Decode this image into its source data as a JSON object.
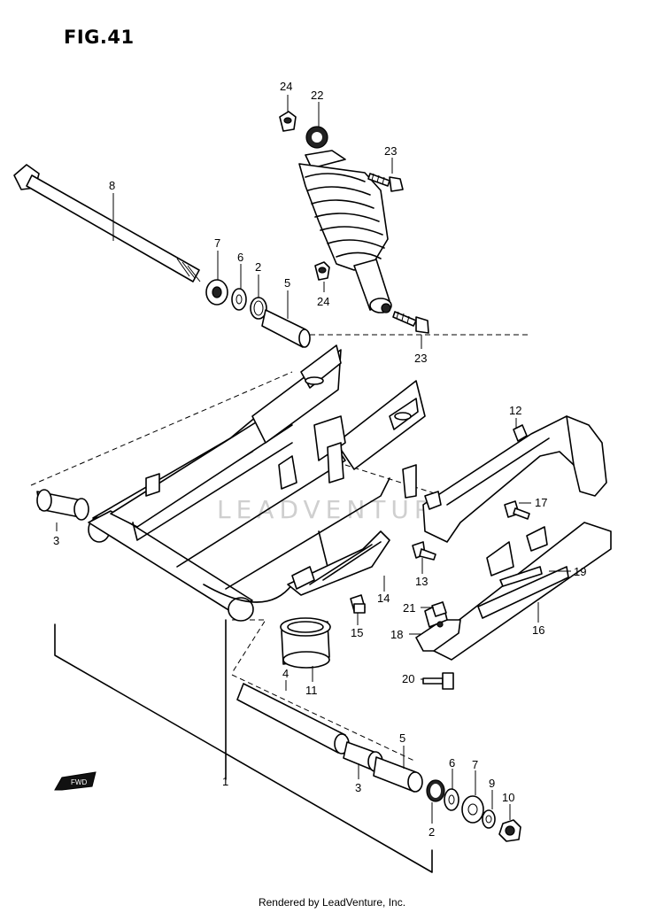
{
  "figure": {
    "title": "FIG.41",
    "front_marker": "FWD",
    "watermark": "LEADVENTURE",
    "footer": "Rendered by LeadVenture, Inc."
  },
  "callouts": {
    "c24a": "24",
    "c22": "22",
    "c23a": "23",
    "c8": "8",
    "c7a": "7",
    "c6a": "6",
    "c2a": "2",
    "c5a": "5",
    "c24b": "24",
    "c23b": "23",
    "c12": "12",
    "c17": "17",
    "c3a": "3",
    "c19": "19",
    "c13": "13",
    "c14": "14",
    "c21": "21",
    "c15": "15",
    "c16": "16",
    "c18": "18",
    "c11": "11",
    "c4": "4",
    "c20": "20",
    "c5b": "5",
    "c1": "1",
    "c3b": "3",
    "c6b": "6",
    "c7b": "7",
    "c9": "9",
    "c10": "10",
    "c2b": "2"
  }
}
